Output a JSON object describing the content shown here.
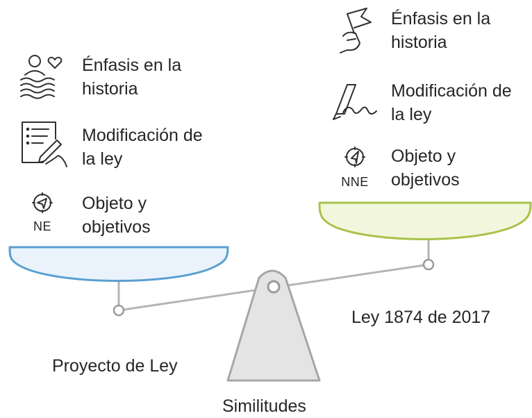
{
  "fulcrum_label": "Similitudes",
  "left_pan": {
    "label": "Proyecto de Ley",
    "items": [
      {
        "text": "Énfasis en la historia",
        "icon": "person-heart-waves-icon"
      },
      {
        "text": "Modificación de la ley",
        "icon": "document-writing-hand-icon"
      },
      {
        "text": "Objeto y objetivos",
        "icon": "compass-icon",
        "direction": "NE"
      }
    ]
  },
  "right_pan": {
    "label": "Ley 1874 de 2017",
    "items": [
      {
        "text": "Énfasis en la historia",
        "icon": "hand-flag-icon"
      },
      {
        "text": "Modificación de la ley",
        "icon": "signature-pen-icon"
      },
      {
        "text": "Objeto y objetivos",
        "icon": "compass-icon",
        "direction": "NNE"
      }
    ]
  },
  "colors": {
    "left_pan_fill": "#eaf3fb",
    "left_pan_stroke": "#5a9fd0",
    "right_pan_fill": "#f2f6dc",
    "right_pan_stroke": "#a8c24a",
    "beam": "#b5b5b5",
    "fulcrum_fill": "#e4e4e4",
    "fulcrum_stroke": "#a6a6a6"
  }
}
